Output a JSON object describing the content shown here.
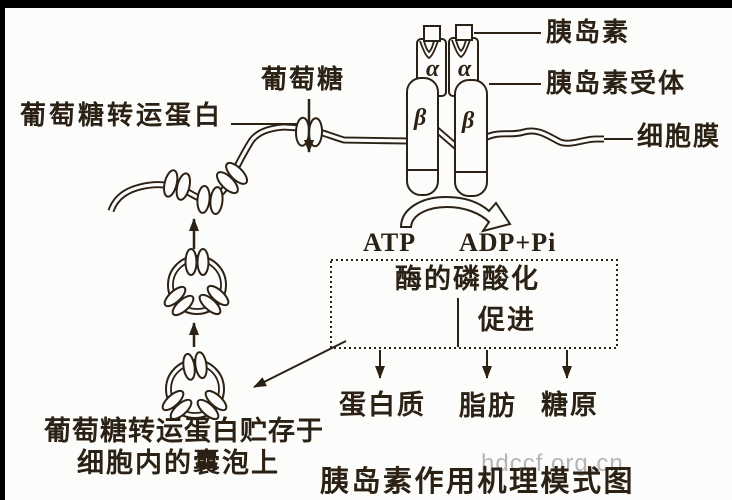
{
  "diagram": {
    "title": "胰岛素作用机理模式图",
    "watermark": "hdccf.org.cn",
    "labels": {
      "insulin": "胰岛素",
      "insulin_receptor": "胰岛素受体",
      "cell_membrane": "细胞膜",
      "glucose": "葡萄糖",
      "glucose_transporter": "葡萄糖转运蛋白",
      "alpha": "α",
      "beta": "β",
      "atp": "ATP",
      "adp_pi": "ADP+Pi",
      "enzyme_phosphorylation": "酶的磷酸化",
      "promote": "促进",
      "protein": "蛋白质",
      "fat": "脂肪",
      "glycogen": "糖原",
      "vesicle_note_line1": "葡萄糖转运蛋白贮存于",
      "vesicle_note_line2": "细胞内的囊泡上"
    },
    "colors": {
      "ink": "#2b2115",
      "watermark_gray": "#b5b5b5",
      "background": "#fcfcfa",
      "frame_bar": "#000000"
    }
  }
}
